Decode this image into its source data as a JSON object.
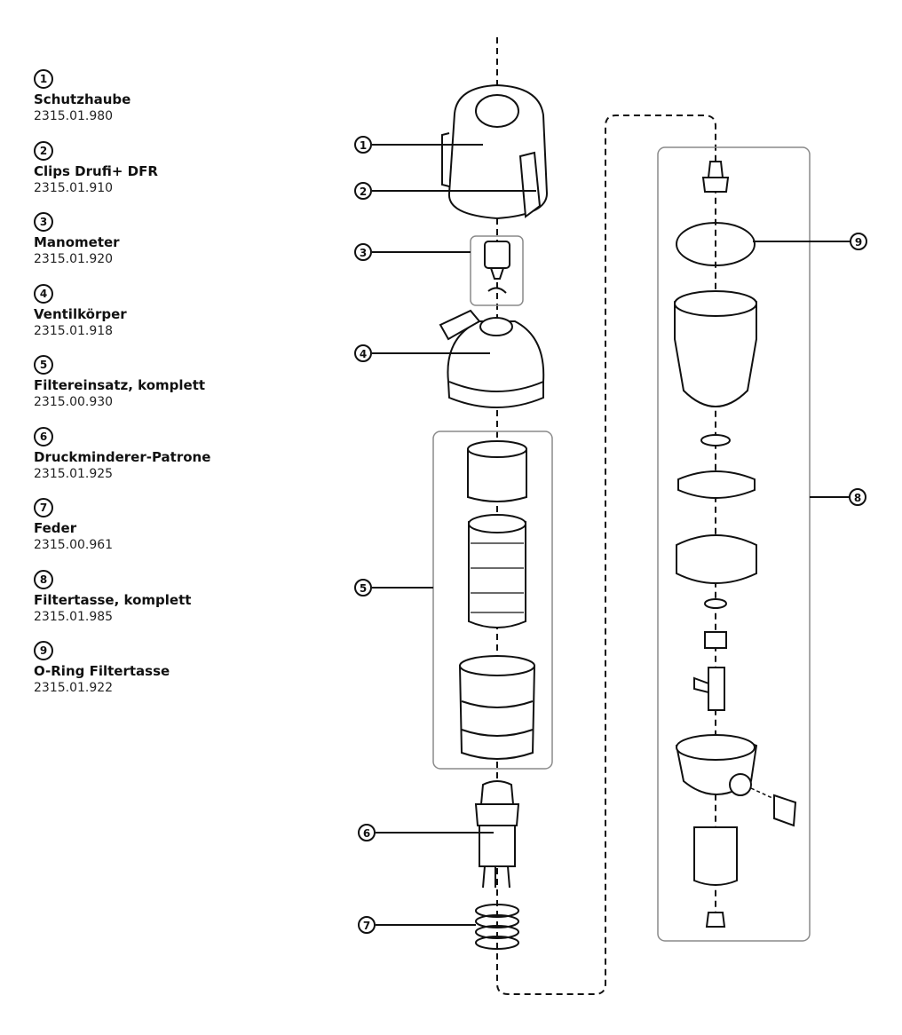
{
  "legend": [
    {
      "number": "1",
      "name": "Schutzhaube",
      "code": "2315.01.980"
    },
    {
      "number": "2",
      "name": "Clips Drufi+ DFR",
      "code": "2315.01.910"
    },
    {
      "number": "3",
      "name": "Manometer",
      "code": "2315.01.920"
    },
    {
      "number": "4",
      "name": "Ventilkörper",
      "code": "2315.01.918"
    },
    {
      "number": "5",
      "name": "Filtereinsatz, komplett",
      "code": "2315.00.930"
    },
    {
      "number": "6",
      "name": "Druckminderer-Patrone",
      "code": "2315.01.925"
    },
    {
      "number": "7",
      "name": "Feder",
      "code": "2315.00.961"
    },
    {
      "number": "8",
      "name": "Filtertasse, komplett",
      "code": "2315.01.985"
    },
    {
      "number": "9",
      "name": "O-Ring Filtertasse",
      "code": "2315.01.922"
    }
  ],
  "callouts": [
    "1",
    "2",
    "3",
    "4",
    "5",
    "6",
    "7",
    "8",
    "9"
  ],
  "colors": {
    "line": "#111111",
    "group_border": "#8a8a8a"
  }
}
